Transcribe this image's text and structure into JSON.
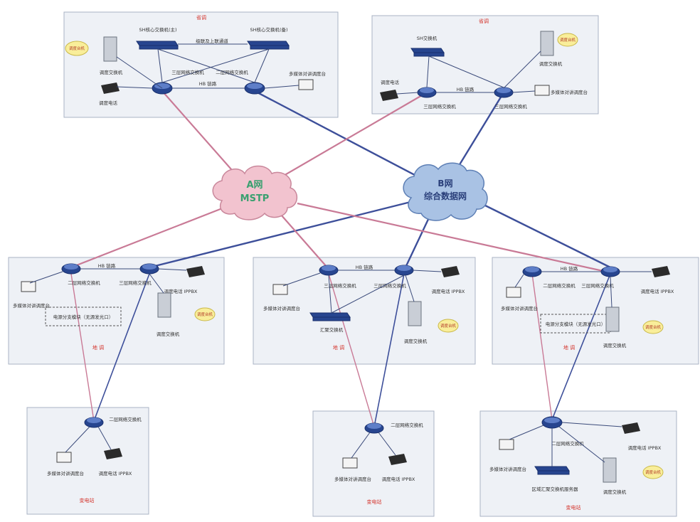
{
  "sites": {
    "top_left": {
      "name": "省调",
      "core_a": "三层网络交换机",
      "core_b": "二层网络交换机",
      "sw_a": "SH核心交换机(主)",
      "sw_b": "SH核心交换机(备)",
      "trunk": "级联及上联通道",
      "hb": "HB 链路",
      "bubble": "调度台机",
      "server": "调度交换机",
      "phone": "调度电话",
      "laptop": "多媒体对讲调度台"
    },
    "top_right": {
      "name": "省调",
      "sw": "SH交换机",
      "core_a": "三层网络交换机",
      "core_b": "三层网络交换机",
      "hb": "HB 链路",
      "bubble": "调度台机",
      "server": "调度交换机",
      "phone": "调度电话",
      "laptop": "多媒体对讲调度台"
    },
    "mid_left": {
      "name": "地 调",
      "core_a": "二层网络交换机",
      "core_b": "三层网络交换机",
      "hb": "HB 链路",
      "dashbox": "电源分支模块（无源发光口）",
      "bubble": "调度台机",
      "server": "调度交换机",
      "phone": "调度电话 IPPBX",
      "laptop": "多媒体对讲调度台"
    },
    "mid_center": {
      "name": "地 调",
      "core_a": "三层网络交换机",
      "core_b": "三层网络交换机",
      "hb": "HB 链路",
      "sw_bar": "汇聚交换机",
      "bubble": "调度台机",
      "server": "调度交换机",
      "phone": "调度电话 IPPBX",
      "laptop": "多媒体对讲调度台"
    },
    "mid_right": {
      "name": "地 调",
      "core_a": "二层网络交换机",
      "core_b": "三层网络交换机",
      "hb": "HB 链路",
      "dashbox": "电源分支模块（无源发光口）",
      "bubble": "调度台机",
      "server": "调度交换机",
      "phone": "调度电话 IPPBX",
      "laptop": "多媒体对讲调度台"
    },
    "bot_left": {
      "name": "变电站",
      "core": "二层网络交换机",
      "phone": "调度电话 IPPBX",
      "laptop": "多媒体对讲调度台"
    },
    "bot_center": {
      "name": "变电站",
      "core": "二层网络交换机",
      "phone": "调度电话 IPPBX",
      "laptop": "多媒体对讲调度台"
    },
    "bot_right": {
      "name": "变电站",
      "core": "二层网络交换机",
      "sw_bar": "区域汇聚交换机服务器",
      "bubble": "调度台机",
      "server": "调度交换机",
      "phone": "调度电话 IPPBX",
      "laptop": "多媒体对讲调度台"
    }
  },
  "clouds": {
    "a_line1": "A网",
    "a_line2": "MSTP",
    "b_line1": "B网",
    "b_line2": "综合数据网"
  }
}
